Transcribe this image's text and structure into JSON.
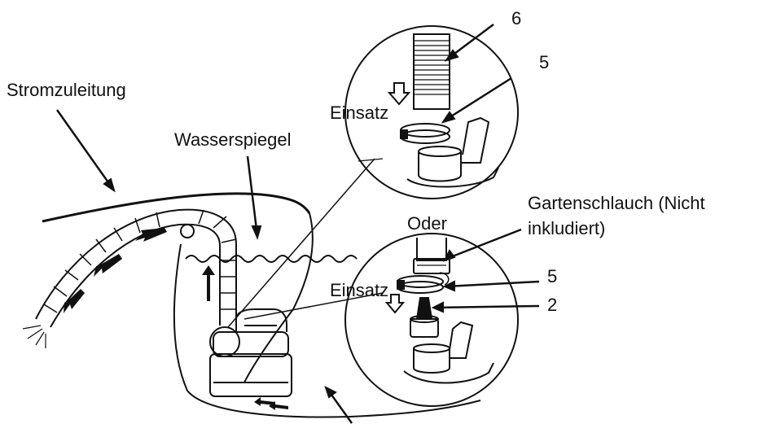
{
  "labels": {
    "power_cable": "Stromzuleitung",
    "water_level": "Wasserspiegel",
    "insert_top": "Einsatz",
    "insert_bottom": "Einsatz",
    "or": "Oder",
    "garden_hose_line1": "Gartenschlauch (Nicht",
    "garden_hose_line2": "inkludiert)",
    "part_6": "6",
    "part_5_top": "5",
    "part_5_bottom": "5",
    "part_2": "2"
  },
  "colors": {
    "ink": "#111111",
    "background": "#ffffff"
  }
}
